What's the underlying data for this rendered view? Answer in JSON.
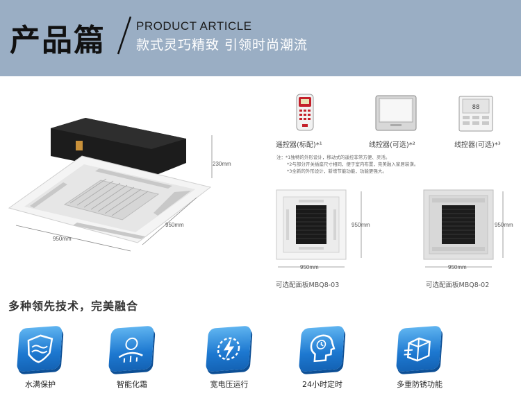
{
  "banner": {
    "title": "产品篇",
    "subtitle_en": "PRODUCT ARTICLE",
    "subtitle_cn": "款式灵巧精致 引领时尚潮流"
  },
  "main_unit": {
    "dim_height": "230mm",
    "dim_depth": "950mm",
    "dim_width": "950mm"
  },
  "controllers": [
    {
      "label": "遥控器(标配)*¹"
    },
    {
      "label": "线控器(可选)*²"
    },
    {
      "label": "线控器(可选)*³"
    }
  ],
  "notes": [
    "注：*1独特的外形设计，移动式的遥控非常方便、灵活。",
    "*2与部分开关插座尺寸相同，便于室内布置，完美融入家居装潢。",
    "*3全新的外形设计，新增节能功能，功能更强大。"
  ],
  "panels": [
    {
      "caption": "可选配面板MBQ8-03",
      "dim_h": "950mm",
      "dim_w": "950mm"
    },
    {
      "caption": "可选配面板MBQ8-02",
      "dim_h": "950mm",
      "dim_w": "950mm"
    }
  ],
  "section": {
    "title": "多种领先技术，完美融合"
  },
  "features": [
    {
      "label": "水满保护",
      "icon": "water-shield-icon"
    },
    {
      "label": "智能化霜",
      "icon": "defrost-icon"
    },
    {
      "label": "宽电压运行",
      "icon": "voltage-icon"
    },
    {
      "label": "24小时定时",
      "icon": "timer-head-icon"
    },
    {
      "label": "多重防锈功能",
      "icon": "anti-rust-icon"
    }
  ],
  "colors": {
    "banner": "#9aaec4",
    "icon_blue": "#1d78d0"
  }
}
